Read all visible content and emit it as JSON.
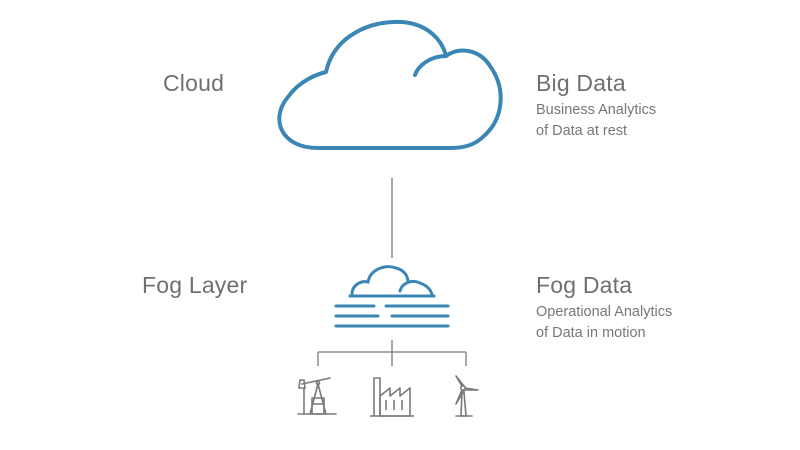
{
  "layers": {
    "cloud": "Cloud",
    "fog": "Fog Layer"
  },
  "big_data": {
    "title": "Big Data",
    "line1": "Business Analytics",
    "line2": "of Data at rest"
  },
  "fog_data": {
    "title": "Fog Data",
    "line1": "Operational Analytics",
    "line2": "of Data in motion"
  },
  "icons": [
    "cloud-icon",
    "fog-icon",
    "oil-pump-icon",
    "factory-icon",
    "wind-turbine-icon"
  ],
  "colors": {
    "accent": "#3a86b4",
    "line": "#7a7a7a",
    "text": "#707070"
  }
}
